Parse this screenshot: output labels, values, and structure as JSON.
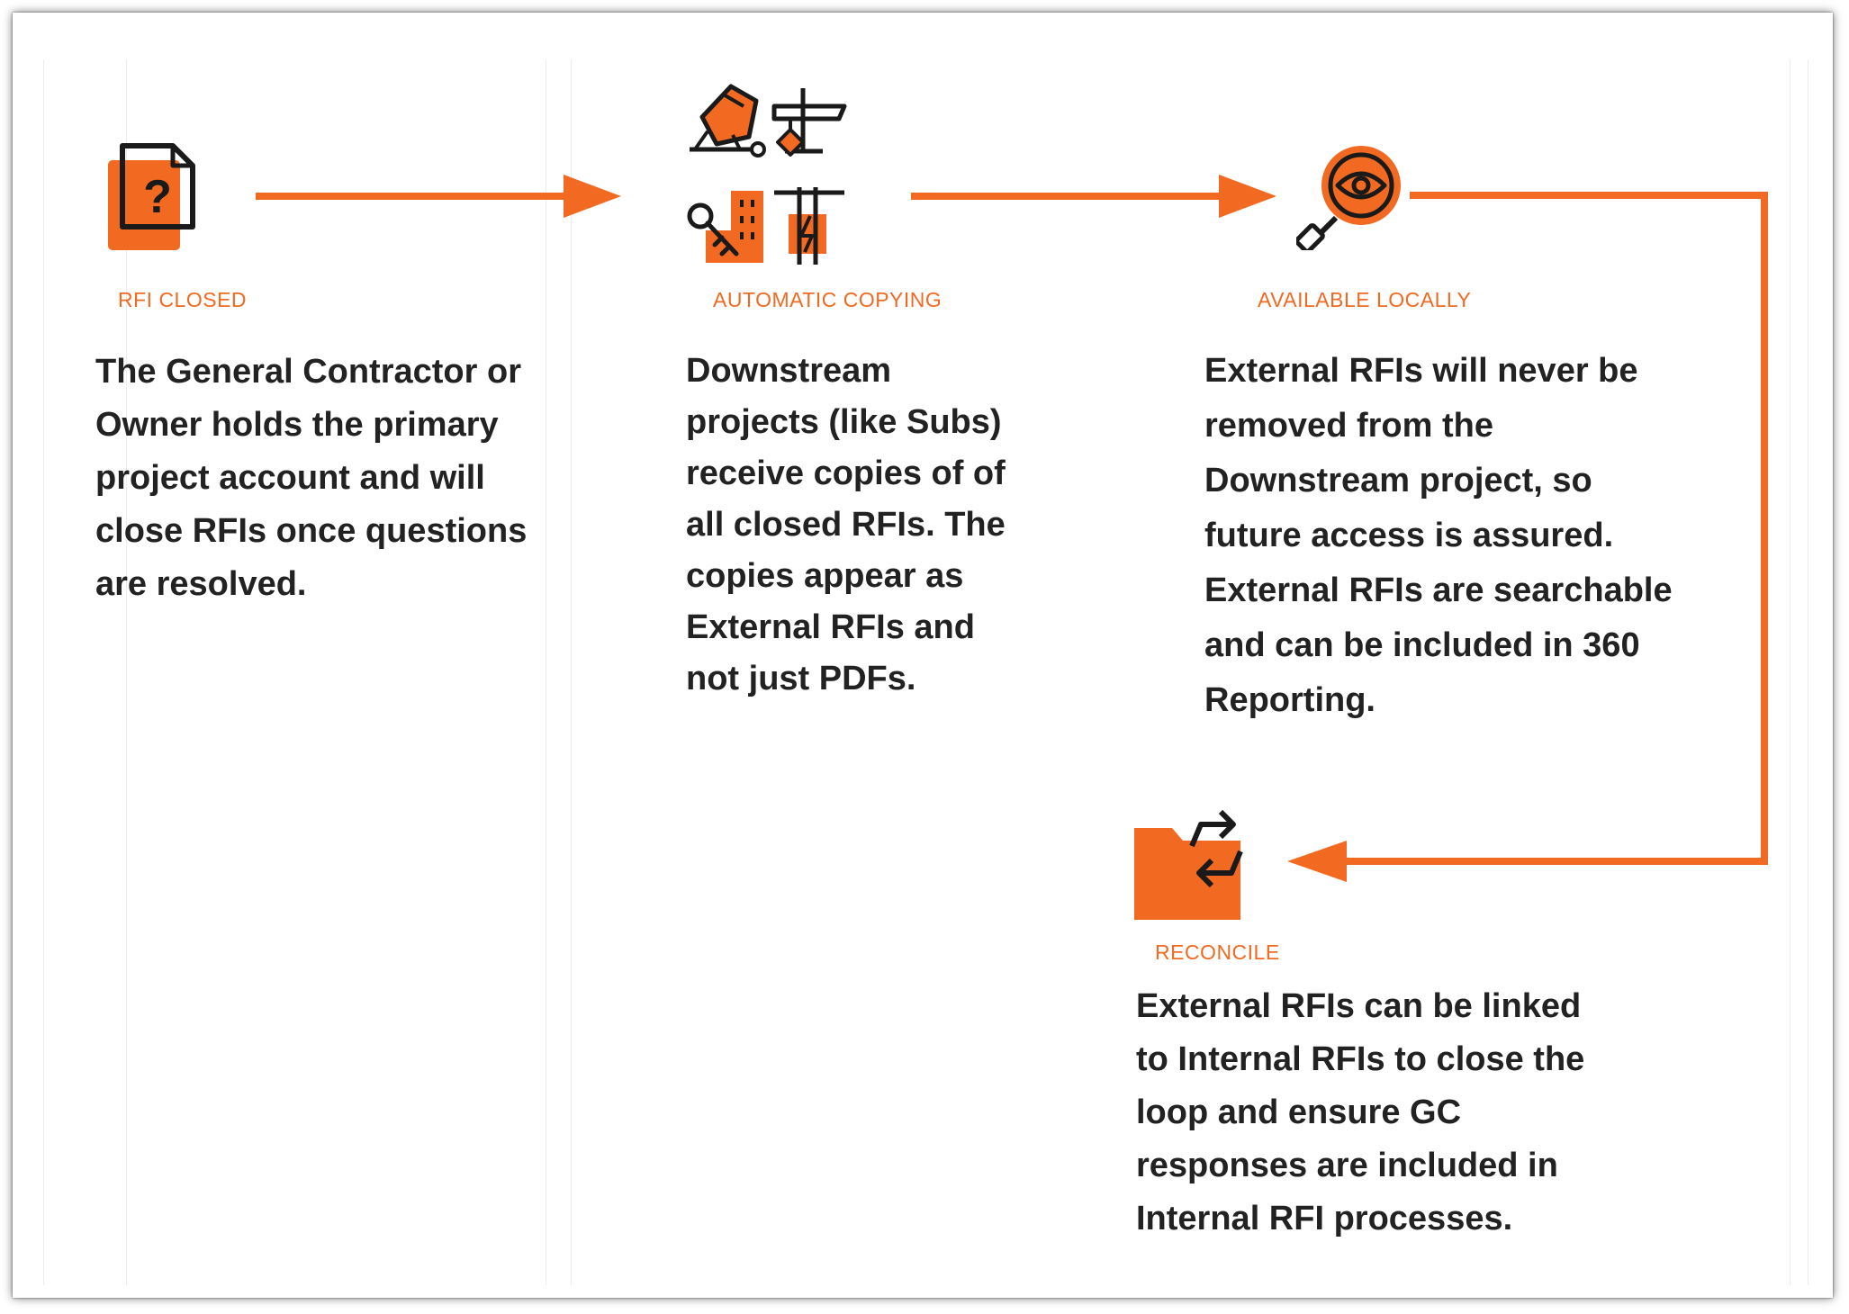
{
  "steps": [
    {
      "label": "RFI CLOSED",
      "body": "The General Contractor or Owner holds the primary project account and will close RFIs once questions are resolved.",
      "icon": "question-document-icon"
    },
    {
      "label": "AUTOMATIC COPYING",
      "body": "Downstream projects (like Subs) receive copies of of all closed RFIs. The copies appear as External RFIs and not just PDFs.",
      "icon": "construction-icons-grid"
    },
    {
      "label": "AVAILABLE LOCALLY",
      "body": "External RFIs will never be removed from the Downstream project, so future access is assured. External RFIs are searchable and can be included in 360 Reporting.",
      "icon": "magnifier-eye-icon"
    },
    {
      "label": "RECONCILE",
      "body": "External RFIs can be linked to Internal RFIs to close the loop and ensure GC responses are included in Internal RFI processes.",
      "icon": "folder-sync-icon"
    }
  ],
  "colors": {
    "accent": "#f26a21",
    "text": "#222222",
    "icon_stroke": "#1a1a1a"
  }
}
